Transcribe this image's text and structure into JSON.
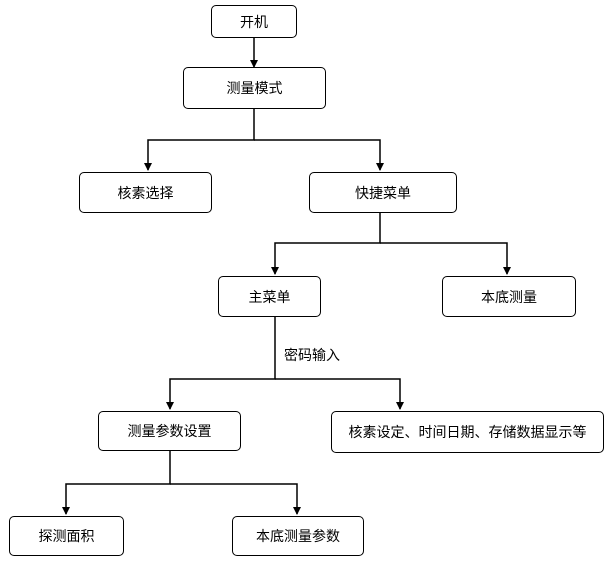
{
  "diagram": {
    "type": "flowchart",
    "line_color": "#000000",
    "nodes": {
      "power_on": "开机",
      "measure_mode": "测量模式",
      "nuclide_select": "核素选择",
      "quick_menu": "快捷菜单",
      "main_menu": "主菜单",
      "background_measure": "本底测量",
      "measure_param_settings": "测量参数设置",
      "system_settings": "核素设定、时间日期、存储数据显示等",
      "probe_area": "探测面积",
      "background_measure_params": "本底测量参数"
    },
    "edge_labels": {
      "password_input": "密码输入"
    }
  }
}
